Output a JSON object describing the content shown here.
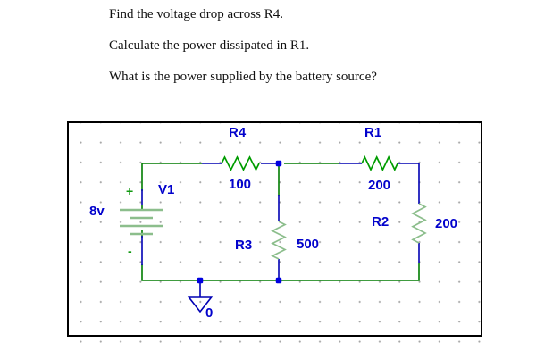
{
  "questions": {
    "line1": "Find the voltage drop across R4.",
    "line2": "Calculate the power dissipated in R1.",
    "line3": "What is the power supplied by the battery source?"
  },
  "schematic": {
    "battery": {
      "name": "V1",
      "value": "8v",
      "plus": "+",
      "minus": "-"
    },
    "resistors": [
      {
        "name": "R4",
        "value": "100"
      },
      {
        "name": "R1",
        "value": "200"
      },
      {
        "name": "R3",
        "value": "500"
      },
      {
        "name": "R2",
        "value": "200"
      }
    ],
    "ground": {
      "label": "0"
    },
    "colors": {
      "wire_green": "#007c00",
      "resistor_bright_green": "#009c00",
      "symbol_pale_green": "#8cbe8c",
      "pin_blue": "#0000b4",
      "junction_blue": "#0000e0",
      "label_blue": "#0202cc",
      "grid_dot_gray": "#a6a6a6",
      "page_border_black": "#000000"
    }
  }
}
